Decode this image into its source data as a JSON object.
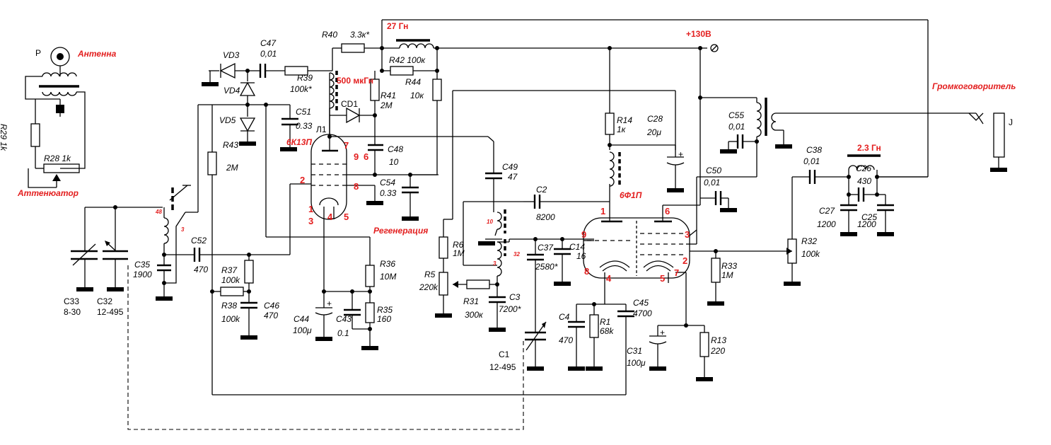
{
  "labels": {
    "P": "P",
    "antenna": "Антенна",
    "attenuator": "Аттенюатор",
    "R29": "R29 1k",
    "R28": "R28 1k",
    "C33": "C33",
    "C33v": "8-30",
    "C32": "C32",
    "C32v": "12-495",
    "C35": "C35",
    "C35v": "1900",
    "C52": "C52",
    "C52v": "470",
    "R37": "R37",
    "R37v": "100k",
    "R38": "R38",
    "R38v": "100k",
    "C46": "C46",
    "C46v": "470",
    "R43": "R43",
    "R43v": "2M",
    "VD3": "VD3",
    "VD4": "VD4",
    "VD5": "VD5",
    "C47": "C47",
    "C47v": "0,01",
    "R39": "R39",
    "R39v": "100k*",
    "C51": "C51",
    "C51v": "0.33",
    "L1": "Л1",
    "tube1": "6К13П",
    "R40": "R40",
    "R40v": "3.3к*",
    "R42": "R42 100к",
    "L27": "27 Гн",
    "L500": "500 мкГн",
    "R41": "R41",
    "R41v": "2M",
    "CD1": "CD1",
    "R44": "R44",
    "R44v": "10к",
    "C48": "C48",
    "C48v": "10",
    "C54": "C54",
    "C54v": "0.33",
    "C44": "C44",
    "C44v": "100μ",
    "C43": "C43",
    "C43v": "0.1",
    "R36": "R36",
    "R36v": "10M",
    "R35": "R35",
    "R35v": "160",
    "regen": "Регенерация",
    "C49": "C49",
    "C49v": "47",
    "C2": "C2",
    "C2v": "8200",
    "R6": "R6",
    "R6v": "1M",
    "R5": "R5",
    "R5v": "220k",
    "R31": "R31",
    "R31v": "300к",
    "C37": "C37",
    "C37v": "2580*",
    "C14": "C14",
    "C14v": "16",
    "C3": "C3",
    "C3v": "7200*",
    "C1": "C1",
    "C1v": "12-495",
    "p130": "+130В",
    "R14": "R14",
    "R14v": "1к",
    "C28": "C28",
    "C28v": "20μ",
    "tube2": "6Ф1П",
    "C4": "C4",
    "C4v": "470",
    "R1": "R1",
    "R1v": "68k",
    "C45": "C45",
    "C45v": "4700",
    "C31": "C31",
    "C31v": "100μ",
    "R33": "R33",
    "R33v": "1M",
    "R13": "R13",
    "R13v": "220",
    "C55": "C55",
    "C55v": "0,01",
    "C50": "C50",
    "C50v": "0,01",
    "speaker": "Громкоговоритель",
    "J": "J",
    "C38": "C38",
    "C38v": "0,01",
    "L23": "2.3 Гн",
    "C26": "C26",
    "C26v": "430",
    "C27": "C27",
    "C27v": "1200",
    "C25": "C25",
    "C25v": "1200",
    "R32": "R32",
    "R32v": "100k"
  },
  "pins": {
    "t1_7": "7",
    "t1_9": "9",
    "t1_6": "6",
    "t1_2": "2",
    "t1_8": "8",
    "t1_1": "1",
    "t1_3": "3",
    "t1_4": "4",
    "t1_5": "5",
    "t2_1": "1",
    "t2_6": "6",
    "t2_9": "9",
    "t2_3": "3",
    "t2_8": "8",
    "t2_4": "4",
    "t2_5": "5",
    "t2_7": "7",
    "t2_2": "2"
  },
  "coil_taps": {
    "t48": "48",
    "t3a": "3",
    "t10": "10",
    "t32": "32",
    "t3b": "3"
  }
}
